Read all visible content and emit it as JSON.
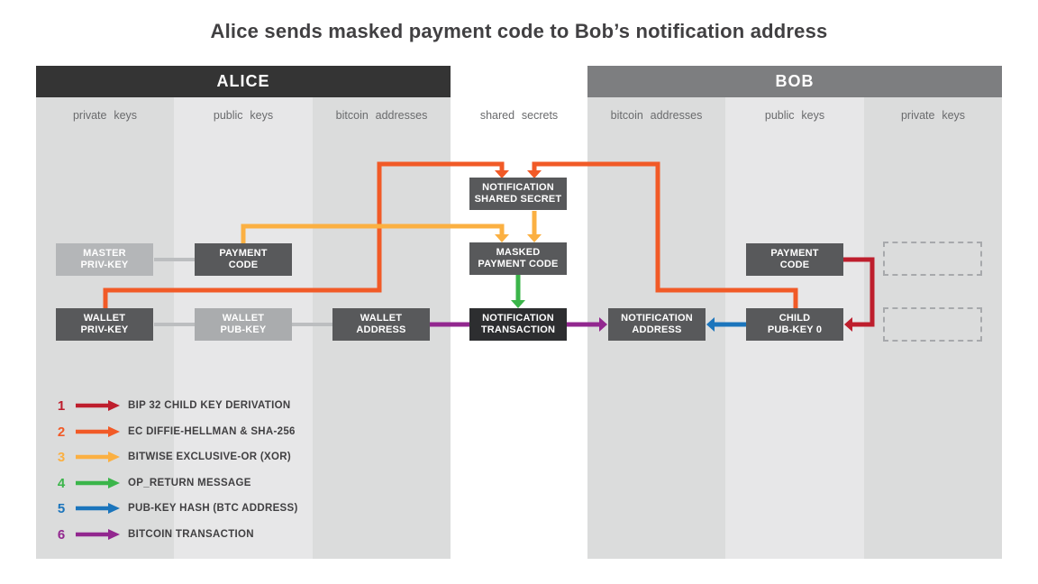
{
  "title": "Alice sends masked payment code to Bob’s notification address",
  "alice": {
    "header": "ALICE",
    "columns": [
      "private keys",
      "public keys",
      "bitcoin addresses"
    ]
  },
  "shared_column_label": "shared secrets",
  "bob": {
    "header": "BOB",
    "columns": [
      "bitcoin addresses",
      "public keys",
      "private keys"
    ]
  },
  "boxes": {
    "master_priv_key": {
      "l1": "MASTER",
      "l2": "PRIV-KEY"
    },
    "payment_code_alice": {
      "l1": "PAYMENT",
      "l2": "CODE"
    },
    "wallet_priv_key": {
      "l1": "WALLET",
      "l2": "PRIV-KEY"
    },
    "wallet_pub_key": {
      "l1": "WALLET",
      "l2": "PUB-KEY"
    },
    "wallet_address": {
      "l1": "WALLET",
      "l2": "ADDRESS"
    },
    "notification_shared_secret": {
      "l1": "NOTIFICATION",
      "l2": "SHARED SECRET"
    },
    "masked_payment_code": {
      "l1": "MASKED",
      "l2": "PAYMENT CODE"
    },
    "notification_transaction": {
      "l1": "NOTIFICATION",
      "l2": "TRANSACTION"
    },
    "notification_address": {
      "l1": "NOTIFICATION",
      "l2": "ADDRESS"
    },
    "payment_code_bob": {
      "l1": "PAYMENT",
      "l2": "CODE"
    },
    "child_pub_key_0": {
      "l1": "CHILD",
      "l2": "PUB-KEY 0"
    }
  },
  "colors": {
    "red": "#be1e2d",
    "orange": "#f15a27",
    "amber": "#fbb042",
    "green": "#3bb54a",
    "blue": "#1b75bc",
    "purple": "#92278f",
    "connector_gray": "#bcbec0",
    "alice_header_bg": "#343434",
    "bob_header_bg": "#7d7e80",
    "column_dark": "#dbdcdc",
    "column_light": "#e7e7e8",
    "box_dark": "#58595b",
    "box_black": "#2d2e30",
    "box_light": "#b4b6b8",
    "box_medium": "#aaacae",
    "dashed_border": "#a7a9ac"
  },
  "legend": [
    {
      "num": "1",
      "color": "#be1e2d",
      "label": "BIP 32 CHILD KEY DERIVATION"
    },
    {
      "num": "2",
      "color": "#f15a27",
      "label": "EC DIFFIE-HELLMAN & SHA-256"
    },
    {
      "num": "3",
      "color": "#fbb042",
      "label": "BITWISE EXCLUSIVE-OR (XOR)"
    },
    {
      "num": "4",
      "color": "#3bb54a",
      "label": "OP_RETURN MESSAGE"
    },
    {
      "num": "5",
      "color": "#1b75bc",
      "label": "PUB-KEY HASH (BTC ADDRESS)"
    },
    {
      "num": "6",
      "color": "#92278f",
      "label": "BITCOIN TRANSACTION"
    }
  ]
}
